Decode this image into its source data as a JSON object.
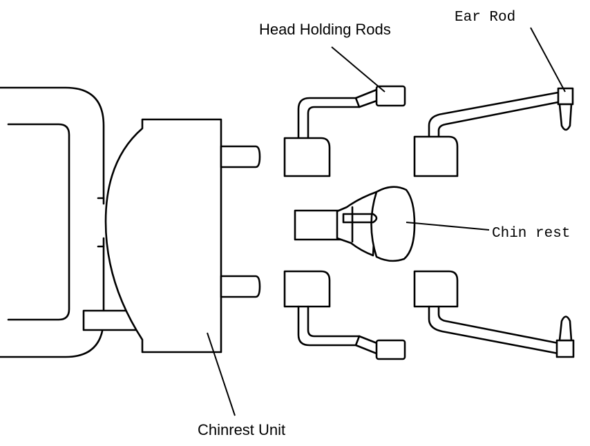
{
  "labels": {
    "head_holding_rods": "Head Holding Rods",
    "ear_rod": "Ear Rod",
    "chin_rest": "Chin rest",
    "chinrest_unit": "Chinrest Unit"
  },
  "colors": {
    "line": "#000000",
    "background": "#ffffff"
  }
}
